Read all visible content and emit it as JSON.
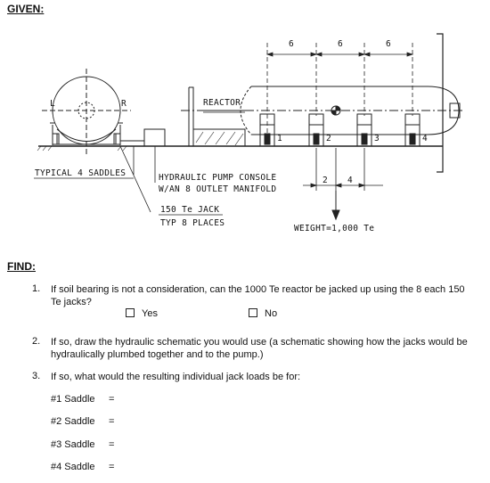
{
  "given": {
    "header": "GIVEN:"
  },
  "diagram": {
    "reactor_label": "REACTOR",
    "dims_top": [
      "6",
      "6",
      "6"
    ],
    "dims_bottom": [
      "2",
      "4"
    ],
    "saddle_numbers": [
      "1",
      "2",
      "3",
      "4"
    ],
    "end_view_left": "L",
    "end_view_right": "R",
    "callout_saddles": "TYPICAL 4 SADDLES",
    "callout_console_line1": "HYDRAULIC PUMP CONSOLE",
    "callout_console_line2": "W/AN 8 OUTLET MANIFOLD",
    "callout_jack_line1": "150 Te JACK",
    "callout_jack_line2": "TYP 8 PLACES",
    "weight_label": "WEIGHT=1,000 Te"
  },
  "find": {
    "header": "FIND:",
    "questions": [
      {
        "num": "1.",
        "line1": "If soil bearing is not a consideration, can the 1000 Te reactor be jacked up using the 8 each 150",
        "line2": "Te jacks?"
      },
      {
        "num": "2.",
        "line1": "If so, draw the hydraulic schematic you would use (a schematic showing how the jacks would be",
        "line2": "hydraulically plumbed together and to the pump.)"
      },
      {
        "num": "3.",
        "line1": "If so, what would the resulting individual jack loads be for:"
      }
    ],
    "options": {
      "yes": "Yes",
      "no": "No"
    },
    "saddles": [
      {
        "label": "#1 Saddle",
        "eq": "="
      },
      {
        "label": "#2 Saddle",
        "eq": "="
      },
      {
        "label": "#3 Saddle",
        "eq": "="
      },
      {
        "label": "#4 Saddle",
        "eq": "="
      }
    ]
  }
}
